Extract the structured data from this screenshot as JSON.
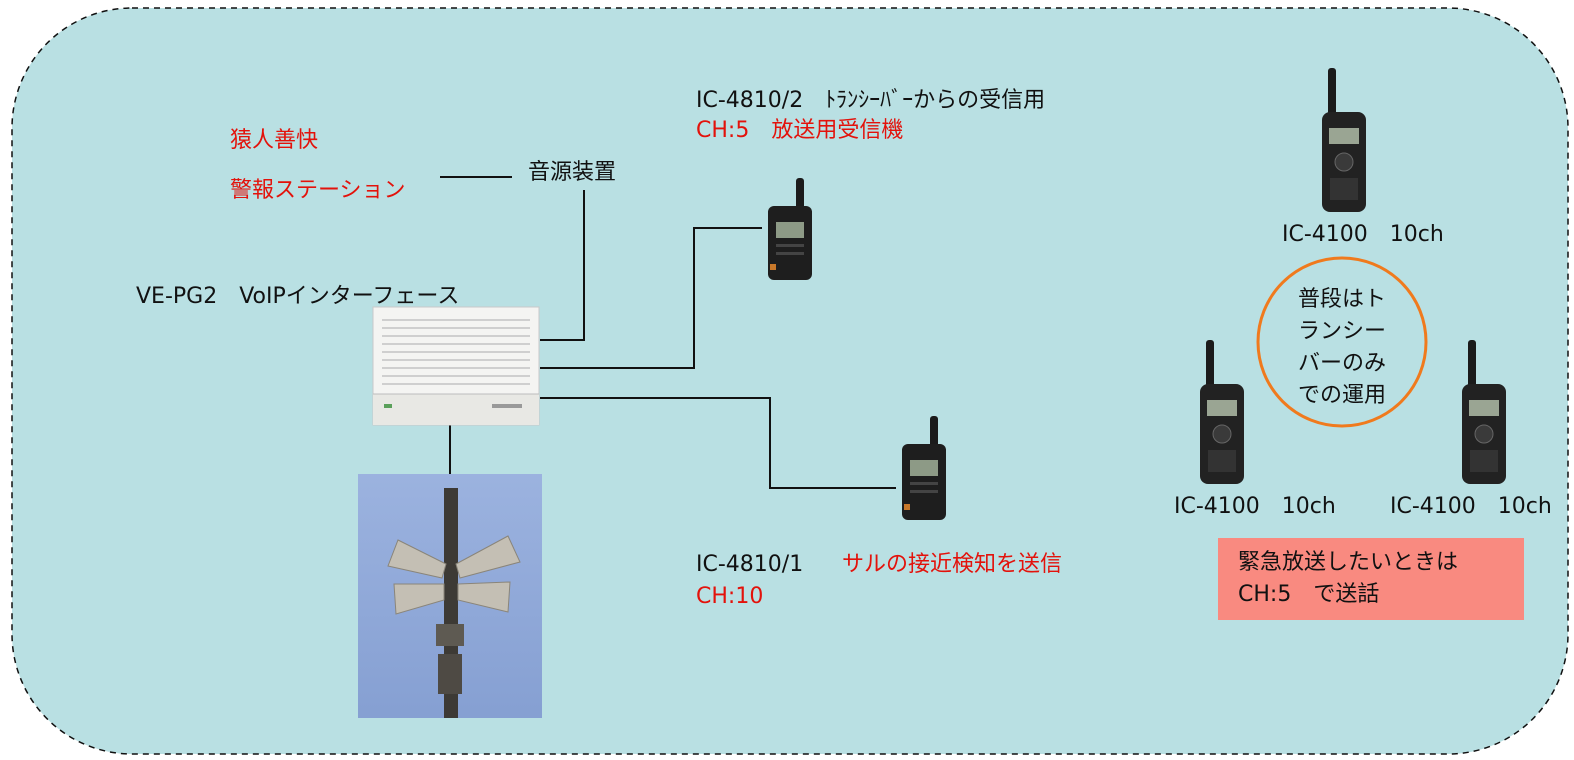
{
  "title_lines": [
    "猿人善快",
    "警報ステーション"
  ],
  "sound_source": "音源装置",
  "interface": {
    "label": "VE-PG2　VoIPインターフェース"
  },
  "receiver": {
    "model": "IC-4810/2　ﾄﾗﾝｼｰﾊﾞｰからの受信用",
    "channel": "CH:5　放送用受信機"
  },
  "sender": {
    "model": "IC-4810/1",
    "purpose": "サルの接近検知を送信",
    "channel": "CH:10"
  },
  "transceivers": [
    {
      "label": "IC-4100　10ch"
    },
    {
      "label": "IC-4100　10ch"
    },
    {
      "label": "IC-4100　10ch"
    }
  ],
  "circle_note": "普段はト\nランシー\nバーのみ\nでの運用",
  "emergency": {
    "line1": "緊急放送したいときは",
    "line2": "CH:5　で送話"
  },
  "colors": {
    "background": "#b9e0e3",
    "red_text": "#e3120b",
    "circle": "#f07a1d",
    "emergency_box": "#f98a80"
  },
  "icons": [
    "speaker-pole-photo",
    "voip-interface-box",
    "handheld-radio"
  ]
}
